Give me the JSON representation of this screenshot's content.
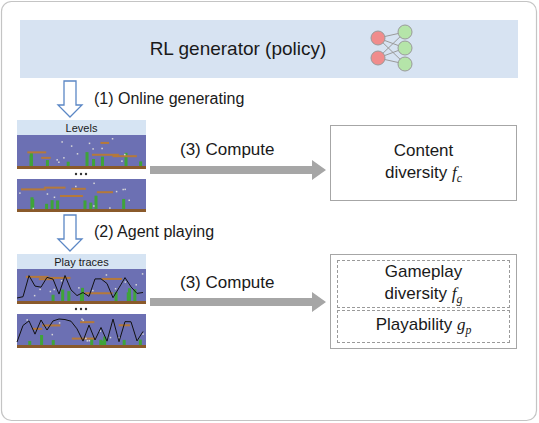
{
  "diagram": {
    "nodes": [
      {
        "text": [
          "RL generator (policy)"
        ]
      },
      {
        "text": [
          "Levels"
        ]
      },
      {
        "text": [
          "Content diversity",
          "f",
          "c"
        ]
      },
      {
        "text": [
          "Play traces"
        ]
      },
      {
        "text": []
      },
      {
        "text": [
          "Gameplay diversity",
          "f",
          "g"
        ],
        "in": 4
      },
      {
        "text": [
          "Playability",
          "g",
          "p"
        ],
        "in": 4
      }
    ],
    "edges": [
      {
        "from": 0,
        "to": 1,
        "arrow": "to",
        "label": "(1) Online generating"
      },
      {
        "from": 1,
        "to": 3,
        "arrow": "to",
        "label": "(2) Agent playing"
      },
      {
        "from": 1,
        "to": 2,
        "arrow": "to",
        "label": "(3) Compute"
      },
      {
        "from": 3,
        "to": 4,
        "arrow": "to",
        "label": "(3) Compute"
      }
    ]
  }
}
